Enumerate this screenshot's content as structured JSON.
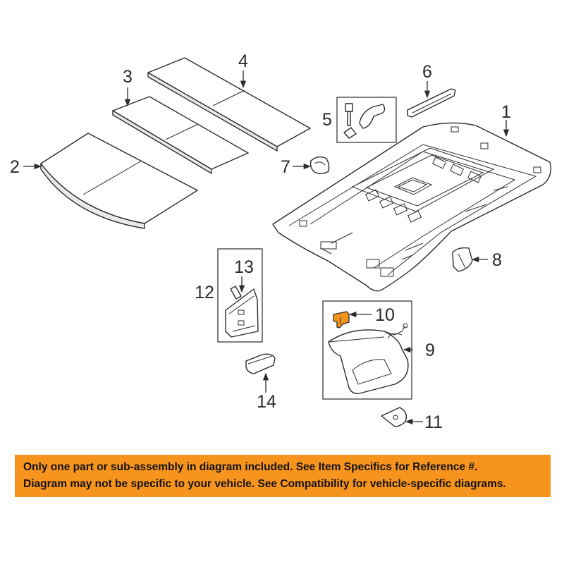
{
  "diagram": {
    "callouts": {
      "c1": "1",
      "c2": "2",
      "c3": "3",
      "c4": "4",
      "c5": "5",
      "c6": "6",
      "c7": "7",
      "c8": "8",
      "c9": "9",
      "c10": "10",
      "c11": "11",
      "c12": "12",
      "c13": "13",
      "c14": "14"
    },
    "highlight_color": "#f7941d",
    "highlighted_part": "10"
  },
  "notice": {
    "line1": "Only one part or sub-assembly in diagram included. See Item Specifics for Reference #.",
    "line2": "Diagram may not be specific to your vehicle. See Compatibility for vehicle-specific diagrams."
  }
}
